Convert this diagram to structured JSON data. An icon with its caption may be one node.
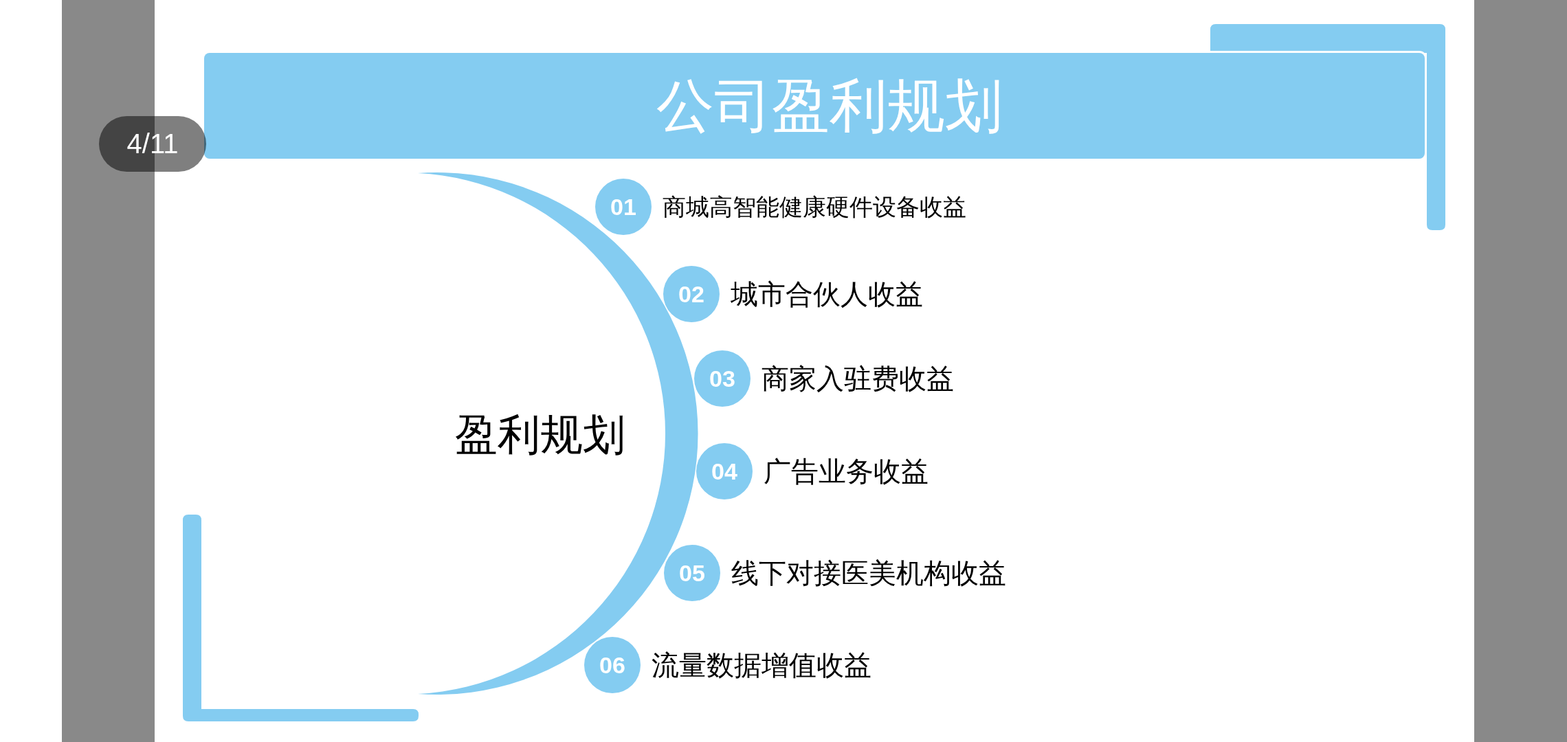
{
  "diagram": {
    "title": "公司盈利规划",
    "nodes": [
      {
        "text": [
          "盈利规划"
        ]
      },
      {
        "text": [
          "01"
        ],
        "beside": [
          "商城高智能健康硬件设备收益"
        ]
      },
      {
        "text": [
          "02"
        ],
        "beside": [
          "城市合伙人收益"
        ]
      },
      {
        "text": [
          "03"
        ],
        "beside": [
          "商家入驻费收益"
        ]
      },
      {
        "text": [
          "04"
        ],
        "beside": [
          "广告业务收益"
        ]
      },
      {
        "text": [
          "05"
        ],
        "beside": [
          "线下对接医美机构收益"
        ]
      },
      {
        "text": [
          "06"
        ],
        "beside": [
          "流量数据增值收益"
        ]
      }
    ],
    "labels": [
      "4/11"
    ]
  }
}
